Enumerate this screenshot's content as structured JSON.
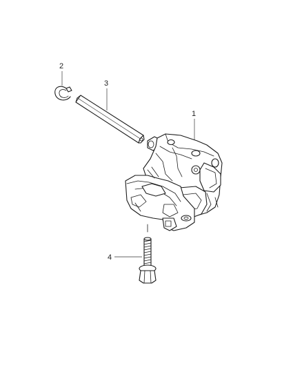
{
  "callouts": {
    "oil_pump": "1",
    "retaining_ring": "2",
    "drive_shaft": "3",
    "bolt": "4"
  }
}
